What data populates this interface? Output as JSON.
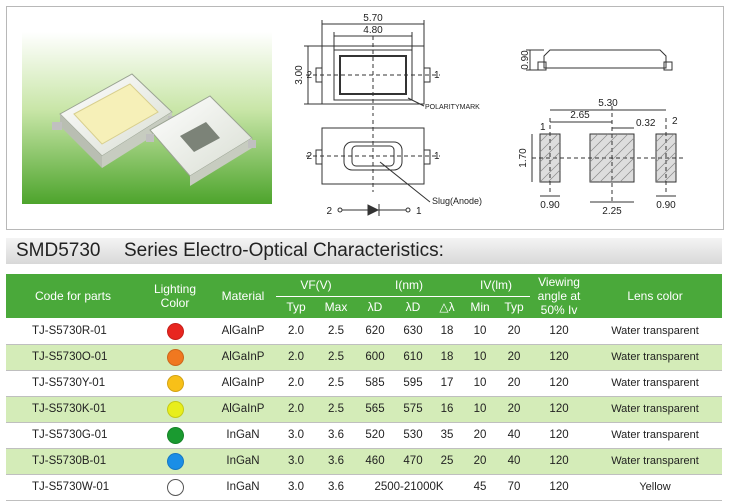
{
  "drawings": {
    "dim_570": "5.70",
    "dim_480": "4.80",
    "dim_300": "3.00",
    "dim_090_side": "0.90",
    "dim_530": "5.30",
    "dim_265": "2.65",
    "dim_032": "0.32",
    "dim_170": "1.70",
    "dim_090_pad_left": "0.90",
    "dim_225": "2.25",
    "dim_090_pad_right": "0.90",
    "pin1": "1",
    "pin2": "2",
    "polarity_mark": "POLARITYMARK",
    "slug_label": "Slug(Anode)"
  },
  "heading": {
    "model": "SMD5730",
    "title": "Series Electro-Optical Characteristics:"
  },
  "table": {
    "headers": {
      "code": "Code for parts",
      "lighting_color_l1": "Lighting",
      "lighting_color_l2": "Color",
      "material": "Material",
      "vf": "VF(V)",
      "vf_typ": "Typ",
      "vf_max": "Max",
      "i": "I(nm)",
      "lambda_d1": "λD",
      "lambda_d2": "λD",
      "delta_lambda": "△λ",
      "iv": "IV(lm)",
      "iv_min": "Min",
      "iv_typ": "Typ",
      "view_l1": "Viewing",
      "view_l2": "angle at",
      "view_l3": "50% Iv",
      "lens": "Lens color"
    },
    "rows": [
      {
        "code": "TJ-S5730R-01",
        "color": "#e8251f",
        "material": "AlGaInP",
        "vf_typ": "2.0",
        "vf_max": "2.5",
        "ld1": "620",
        "ld2": "630",
        "dl": "18",
        "iv_min": "10",
        "iv_typ": "20",
        "view": "120",
        "lens": "Water transparent"
      },
      {
        "code": "TJ-S5730O-01",
        "color": "#f07820",
        "material": "AlGaInP",
        "vf_typ": "2.0",
        "vf_max": "2.5",
        "ld1": "600",
        "ld2": "610",
        "dl": "18",
        "iv_min": "10",
        "iv_typ": "20",
        "view": "120",
        "lens": "Water transparent"
      },
      {
        "code": "TJ-S5730Y-01",
        "color": "#f8c018",
        "material": "AlGaInP",
        "vf_typ": "2.0",
        "vf_max": "2.5",
        "ld1": "585",
        "ld2": "595",
        "dl": "17",
        "iv_min": "10",
        "iv_typ": "20",
        "view": "120",
        "lens": "Water transparent"
      },
      {
        "code": "TJ-S5730K-01",
        "color": "#e8ee1c",
        "material": "AlGaInP",
        "vf_typ": "2.0",
        "vf_max": "2.5",
        "ld1": "565",
        "ld2": "575",
        "dl": "16",
        "iv_min": "10",
        "iv_typ": "20",
        "view": "120",
        "lens": "Water transparent"
      },
      {
        "code": "TJ-S5730G-01",
        "color": "#1a9a30",
        "material": "InGaN",
        "vf_typ": "3.0",
        "vf_max": "3.6",
        "ld1": "520",
        "ld2": "530",
        "dl": "35",
        "iv_min": "20",
        "iv_typ": "40",
        "view": "120",
        "lens": "Water transparent"
      },
      {
        "code": "TJ-S5730B-01",
        "color": "#1a8ee6",
        "material": "InGaN",
        "vf_typ": "3.0",
        "vf_max": "3.6",
        "ld1": "460",
        "ld2": "470",
        "dl": "25",
        "iv_min": "20",
        "iv_typ": "40",
        "view": "120",
        "lens": "Water transparent"
      },
      {
        "code": "TJ-S5730W-01",
        "color": "#ffffff",
        "material": "InGaN",
        "vf_typ": "3.0",
        "vf_max": "3.6",
        "ld_range": "2500-21000K",
        "iv_min": "45",
        "iv_typ": "70",
        "view": "120",
        "lens": "Yellow"
      }
    ]
  },
  "colors": {
    "header_green": "#4aa93a",
    "row_alt_green": "#d4ecb8",
    "photo_green": "#63b33a"
  }
}
